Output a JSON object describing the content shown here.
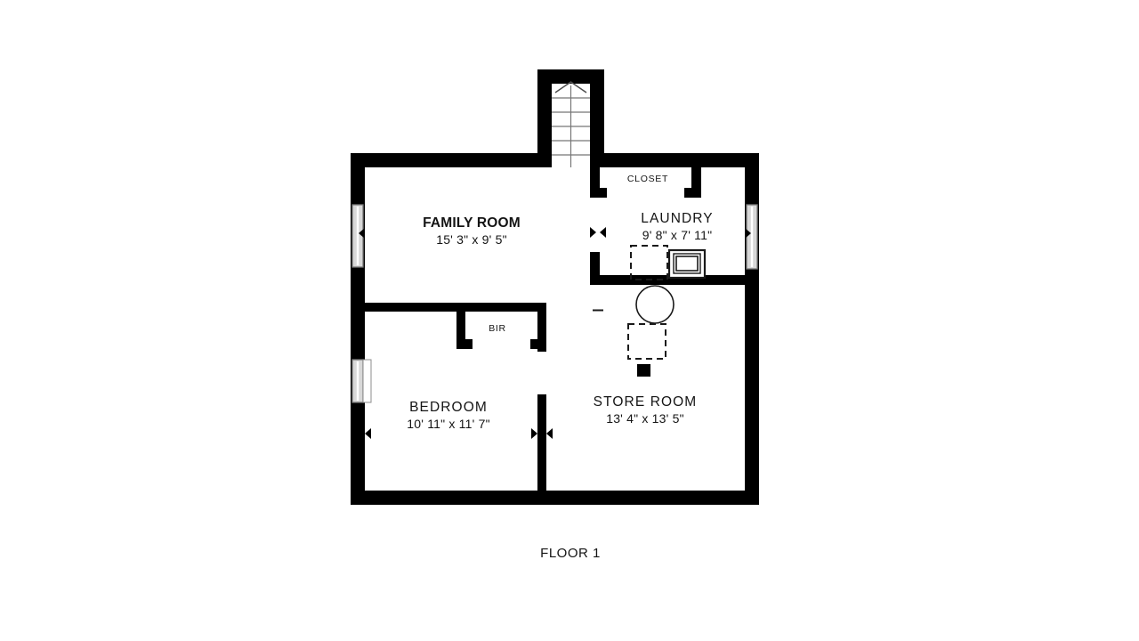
{
  "caption": "FLOOR 1",
  "rooms": [
    {
      "key": "family_room",
      "name": "FAMILY ROOM",
      "dimensions": "15' 3\" x 9' 5\"",
      "style": "bold"
    },
    {
      "key": "laundry",
      "name": "LAUNDRY",
      "dimensions": "9' 8\" x 7' 11\"",
      "style": "wide"
    },
    {
      "key": "bedroom",
      "name": "BEDROOM",
      "dimensions": "10' 11\" x 11' 7\"",
      "style": "wide"
    },
    {
      "key": "store_room",
      "name": "STORE ROOM",
      "dimensions": "13' 4\" x 13' 5\"",
      "style": "wide"
    }
  ],
  "annotations": [
    {
      "key": "closet",
      "label": "CLOSET"
    },
    {
      "key": "bir",
      "label": "BIR"
    }
  ],
  "fixtures": {
    "stair_label": "stairs-up",
    "laundry_appliance": "washer-dryer-outline",
    "laundry_sink": "laundry-sink",
    "store_tank": "water-tank-circle",
    "store_appliance": "appliance-outline",
    "store_block": "utility-block"
  },
  "colors": {
    "wall": "#000000",
    "background": "#ffffff",
    "window_frame": "#7a7a7a",
    "window_fill": "#d8d8d8",
    "stair_line": "#6e6e6e",
    "fixture_line": "#1a1a1a",
    "text": "#141414"
  }
}
